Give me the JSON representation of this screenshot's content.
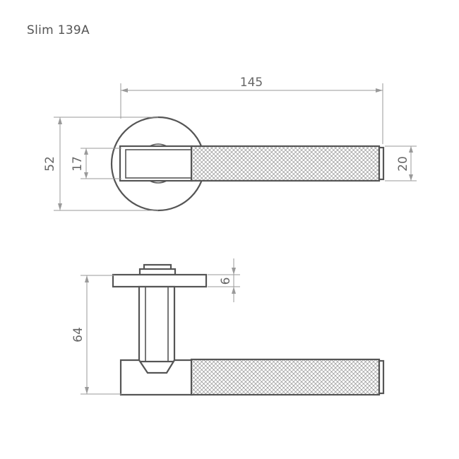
{
  "title": "Slim 139A",
  "dimensions": {
    "overall_length": "145",
    "rosette_diameter": "52",
    "base_height": "17",
    "lever_height": "20",
    "rosette_thickness": "6",
    "projection": "64"
  },
  "colors": {
    "outline": "#555555",
    "dimension": "#9a9a9a",
    "knurl": "#666666"
  }
}
